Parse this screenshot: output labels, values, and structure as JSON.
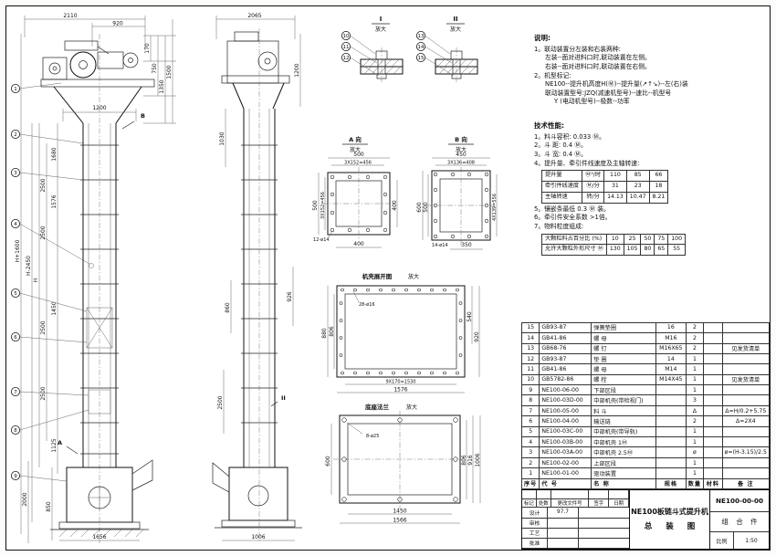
{
  "d": {
    "e1top": [
      "2110",
      "920"
    ],
    "e1w": "1200",
    "e1h": [
      "170",
      "750",
      "1350",
      "1500"
    ],
    "e1l1": [
      "1680",
      "1576",
      "1450",
      "1125"
    ],
    "e1l2": [
      "2500",
      "2500",
      "2500",
      "2500"
    ],
    "e1H": [
      "H+1600",
      "H-2450",
      "H"
    ],
    "e1b": [
      "2000",
      "850",
      "1656"
    ],
    "mk": [
      "B",
      "A",
      "II"
    ],
    "e2": [
      "2065",
      "1200",
      "1030",
      "926",
      "860",
      "2500",
      "1006"
    ],
    "bal": [
      "1",
      "2",
      "3",
      "4",
      "5",
      "6",
      "7",
      "8",
      "9",
      "10",
      "11",
      "12",
      "13",
      "14",
      "15"
    ],
    "di": {
      "t": "I",
      "s": "放大"
    },
    "dii": {
      "t": "II",
      "s": "放大"
    },
    "va": {
      "t": "A 向",
      "s": "放大",
      "d": [
        "500",
        "3X152=456",
        "500",
        "3X152=456",
        "400",
        "400",
        "12-ø14"
      ]
    },
    "vb": {
      "t": "B 向",
      "s": "放大",
      "d": [
        "450",
        "3X136=408",
        "600",
        "500",
        "4X139=556",
        "14-ø14",
        "350"
      ]
    },
    "dev": {
      "t": "机壳展开图",
      "s": "放大",
      "d": [
        "28-ø16",
        "880",
        "806",
        "540",
        "920",
        "9X170=1530",
        "1576"
      ]
    },
    "fl": {
      "t": "底座法兰",
      "s": "放大",
      "d": [
        "8-ø25",
        "600",
        "806",
        "916",
        "1006",
        "1450",
        "1566"
      ]
    }
  },
  "notes": {
    "title": "说明:",
    "lines": [
      "1。联动装置分左装和右装两种:",
      "左装--面对进料口时,联动装置在左侧。",
      "右装--面对进料口时,联动装置在右侧。",
      "2。机型标记:",
      "NE100--提升机高度H(Ⓜ)--提升量(↗↑↘)--左(右)装",
      "联动装置型号:JZQ(减速机型号)--速比--机型号",
      "Y (电动机型号)--极数--功率"
    ]
  },
  "specs": {
    "title": "技术性能:",
    "items": [
      "1。料斗容积: 0.033 Ⓜ。",
      "2。斗  距: 0.4 Ⓜ。",
      "3。斗  宽: 0.4 Ⓜ。",
      "4。提升量、牵引件线速度及主轴转速:"
    ],
    "t1": {
      "rows": [
        [
          "提升量",
          "Ⓜ³/时",
          "110",
          "85",
          "66"
        ],
        [
          "牵引件线速度",
          "Ⓜ/分",
          "31",
          "23",
          "18"
        ],
        [
          "主轴转速",
          "转/分",
          "14.13",
          "10.47",
          "8.21"
        ]
      ]
    },
    "items2": [
      "5。镶嵌条最低 0.3 Ⓜ 装。",
      "6。牵引件安全系数 >1倍。",
      "7。物料粒度组成:"
    ],
    "t2": {
      "rows": [
        [
          "大颗粒料占百分比 (%)",
          "10",
          "25",
          "50",
          "75",
          "100"
        ],
        [
          "允许大颗粒外形尺寸 Ⓜ",
          "130",
          "105",
          "80",
          "65",
          "55"
        ]
      ]
    }
  },
  "bom": {
    "header": [
      "序号",
      "代  号",
      "名  称",
      "规格",
      "数量",
      "材料",
      "备  注"
    ],
    "rows": [
      [
        "15",
        "GB93-87",
        "弹簧垫圈",
        "16",
        "2",
        "",
        ""
      ],
      [
        "14",
        "GB41-86",
        "螺  母",
        "M16",
        "2",
        "",
        ""
      ],
      [
        "13",
        "GB68-76",
        "螺  钉",
        "M16X65",
        "2",
        "",
        "见发货清单"
      ],
      [
        "12",
        "GB93-87",
        "垫  圈",
        "14",
        "1",
        "",
        ""
      ],
      [
        "11",
        "GB41-86",
        "螺  母",
        "M14",
        "1",
        "",
        ""
      ],
      [
        "10",
        "GB5782-86",
        "螺  栓",
        "M14X45",
        "1",
        "",
        "见发货清单"
      ],
      [
        "9",
        "NE100-06-00",
        "下部区段",
        "",
        "1",
        "",
        ""
      ],
      [
        "8",
        "NE100-03D-00",
        "中部机壳(带检视门)",
        "",
        "3",
        "",
        ""
      ],
      [
        "7",
        "NE100-05-00",
        "料  斗",
        "",
        "Δ",
        "",
        "Δ=H/0.2+5.75"
      ],
      [
        "6",
        "NE100-04-00",
        "输送链",
        "",
        "2",
        "",
        "Δ=2X4"
      ],
      [
        "5",
        "NE100-03C-00",
        "中部机壳(带导轨)",
        "",
        "1",
        "",
        ""
      ],
      [
        "4",
        "NE100-03B-00",
        "中部机壳 1Ⓜ",
        "",
        "1",
        "",
        ""
      ],
      [
        "3",
        "NE100-03A-00",
        "中部机壳 2.5Ⓜ",
        "",
        "ø",
        "",
        "ø=(H-3.15)/2.5"
      ],
      [
        "2",
        "NE100-02-00",
        "上部区段",
        "",
        "1",
        "",
        ""
      ],
      [
        "1",
        "NE100-01-00",
        "驱动装置",
        "",
        "1",
        "",
        ""
      ]
    ]
  },
  "tb": {
    "rev": [
      "标记",
      "处数",
      "更改文件号",
      "签字",
      "日期"
    ],
    "sign": [
      [
        "设计",
        "97.7"
      ],
      [
        "审核",
        ""
      ],
      [
        "工艺",
        ""
      ],
      [
        "批准",
        ""
      ]
    ],
    "title": "NE100板链斗式提升机",
    "subtitle": "总 装 图",
    "no": "NE100-00-00",
    "kind": "组 合 件",
    "scale_label": "比例",
    "scale": "1:50"
  }
}
